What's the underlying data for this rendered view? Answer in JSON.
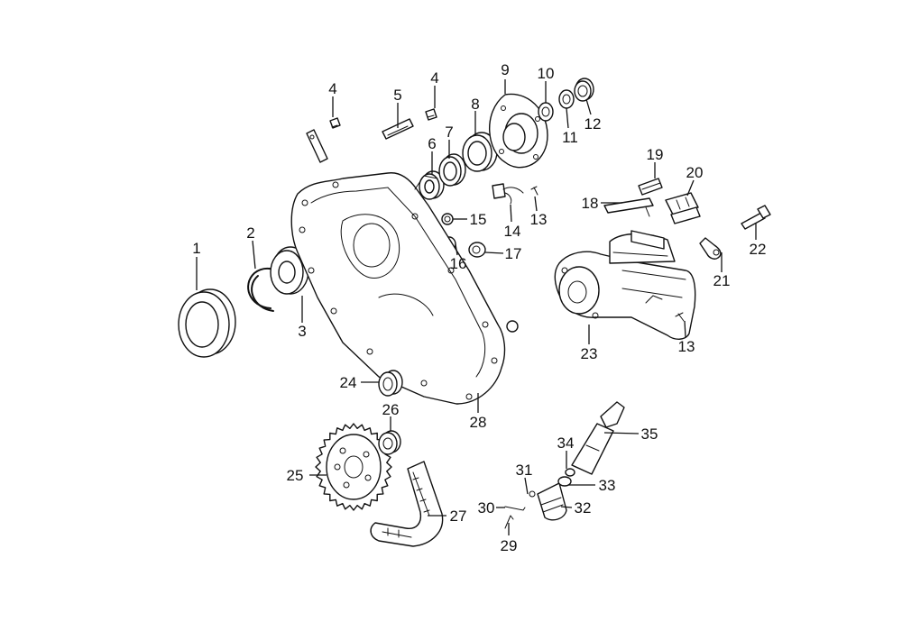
{
  "callouts": {
    "c1": "1",
    "c2": "2",
    "c3": "3",
    "c4a": "4",
    "c4b": "4",
    "c5": "5",
    "c6": "6",
    "c7": "7",
    "c8": "8",
    "c9": "9",
    "c10": "10",
    "c11": "11",
    "c12": "12",
    "c13a": "13",
    "c13b": "13",
    "c14": "14",
    "c15": "15",
    "c16": "16",
    "c17": "17",
    "c18": "18",
    "c19": "19",
    "c20": "20",
    "c21": "21",
    "c22": "22",
    "c23": "23",
    "c24": "24",
    "c25": "25",
    "c26": "26",
    "c27": "27",
    "c28": "28",
    "c29": "29",
    "c30": "30",
    "c31": "31",
    "c32": "32",
    "c33": "33",
    "c34": "34",
    "c35": "35"
  }
}
